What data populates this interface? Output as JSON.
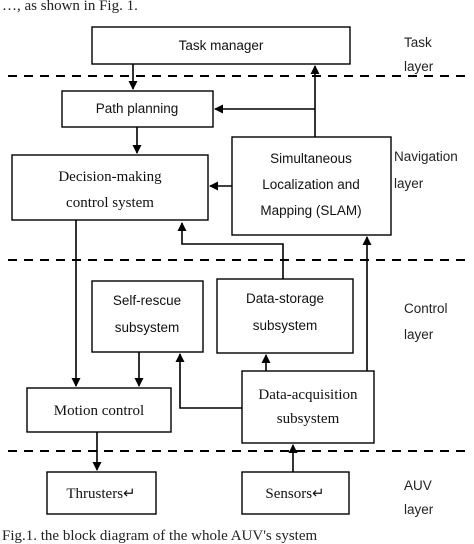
{
  "top_caption": "…, as shown in Fig. 1.",
  "bottom_caption": "Fig.1. the block diagram of the whole AUV's system",
  "layers": {
    "task_1": "Task",
    "task_2": "layer",
    "navigation_1": "Navigation",
    "navigation_2": "layer",
    "control_1": "Control",
    "control_2": "layer",
    "auv_1": "AUV",
    "auv_2": "layer"
  },
  "boxes": {
    "task_manager": "Task manager",
    "path_planning": "Path planning",
    "decision_1": "Decision-making",
    "decision_2": "control system",
    "slam_1": "Simultaneous",
    "slam_2": "Localization and",
    "slam_3": "Mapping (SLAM)",
    "self_rescue_1": "Self-rescue",
    "self_rescue_2": "subsystem",
    "data_storage_1": "Data-storage",
    "data_storage_2": "subsystem",
    "data_acq_1": "Data-acquisition",
    "data_acq_2": "subsystem",
    "motion_control": "Motion control",
    "thrusters": "Thrusters↵",
    "sensors": "Sensors↵"
  }
}
